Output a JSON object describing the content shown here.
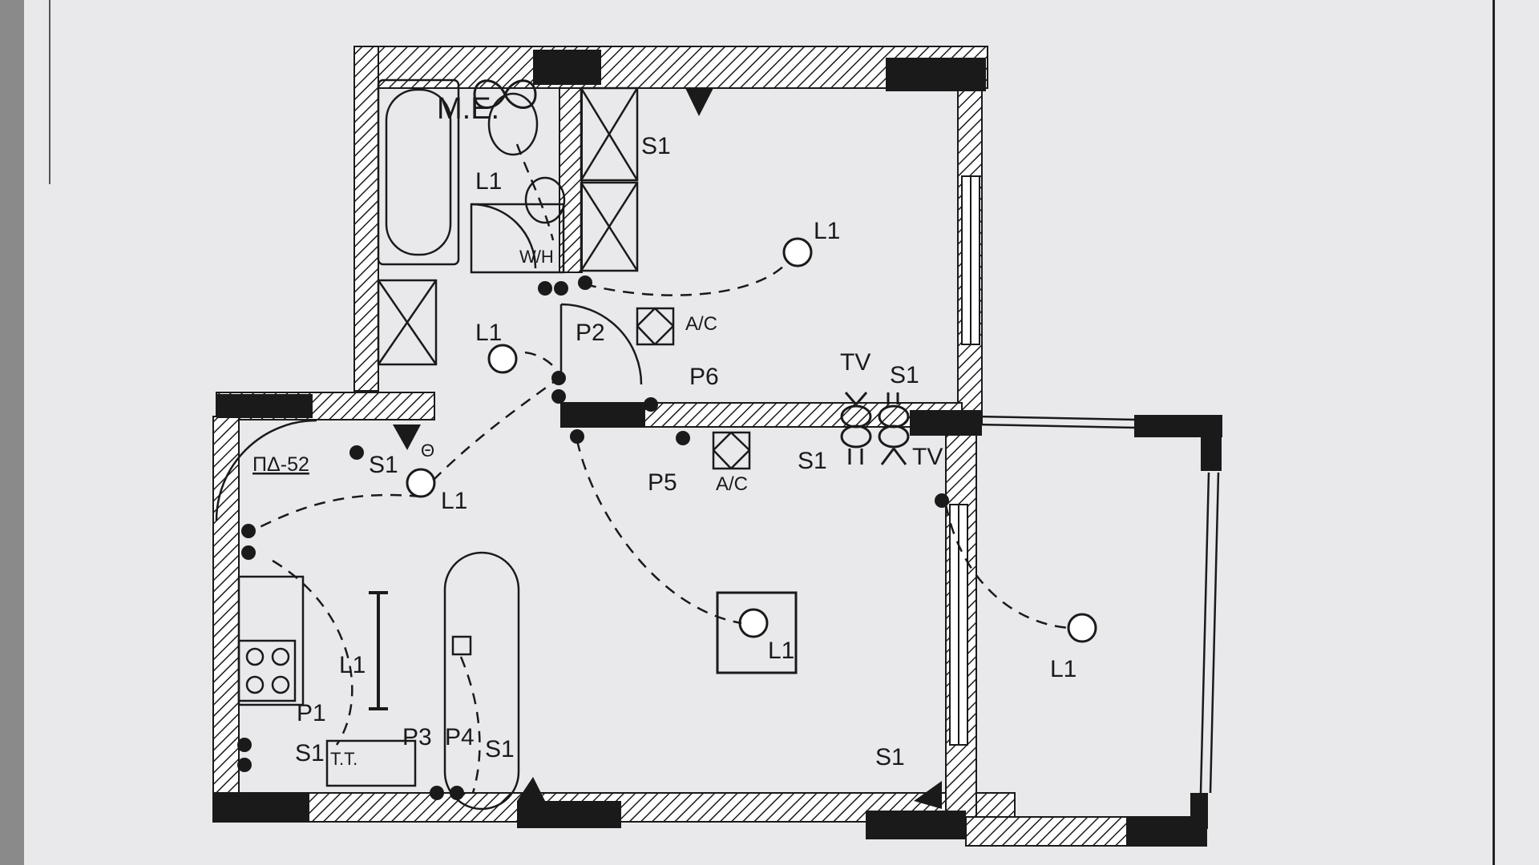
{
  "plan": {
    "paper_color": "#e9e9ec",
    "ink_color": "#1a1a1a",
    "labels": {
      "me": "M.E.",
      "wh": "W/H",
      "pd52": "ΠΔ-52",
      "tt": "T.T.",
      "theta": "Θ",
      "l1_bath": "L1",
      "l1_corner": "L1",
      "l1_hall": "L1",
      "l1_entry": "L1",
      "l1_kitchen": "L1",
      "l1_living": "L1",
      "l1_balcony": "L1",
      "s1_bed": "S1",
      "s1_entry": "S1",
      "s1_tvbot": "S1",
      "s1_tvtop": "S1",
      "s1_k1": "S1",
      "s1_k2": "S1",
      "s1_right": "S1",
      "p1": "P1",
      "p2": "P2",
      "p3": "P3",
      "p4": "P4",
      "p5": "P5",
      "p6": "P6",
      "ac_top": "A/C",
      "ac_bot": "A/C",
      "tv_top": "TV",
      "tv_bot": "TV"
    }
  }
}
